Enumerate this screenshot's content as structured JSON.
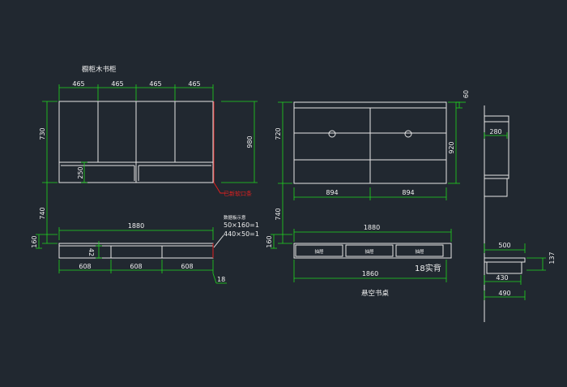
{
  "titles": {
    "cabinet": "橱柜木书柜",
    "desk": "悬空书桌"
  },
  "notes": {
    "red": "已新软口条",
    "board_title": "数据板示意",
    "board_line1": "50×160=1",
    "board_line2": "440×50=1",
    "solid_back": "18实背"
  },
  "dims_left": {
    "top": [
      "465",
      "465",
      "465",
      "465"
    ],
    "h730": "730",
    "h980": "980",
    "d250": "250",
    "h740": "740",
    "w1880": "1880",
    "h160": "160",
    "d42": "42",
    "bottom": [
      "608",
      "608",
      "608"
    ],
    "t18": "18"
  },
  "dims_mid": {
    "h720": "720",
    "h920": "920",
    "w894a": "894",
    "w894b": "894",
    "h740": "740",
    "w1880": "1880",
    "h160": "160",
    "w1860": "1860",
    "drawers": [
      "抽屉",
      "抽屉",
      "抽屉"
    ]
  },
  "dims_right": {
    "d60": "60",
    "d280": "280",
    "d500": "500",
    "d137": "137",
    "d430": "430",
    "d490": "490"
  },
  "colors": {
    "background": "#212830",
    "lines": "#e6e6e6",
    "dimensions": "#1fd61f",
    "highlight": "#e02020"
  }
}
